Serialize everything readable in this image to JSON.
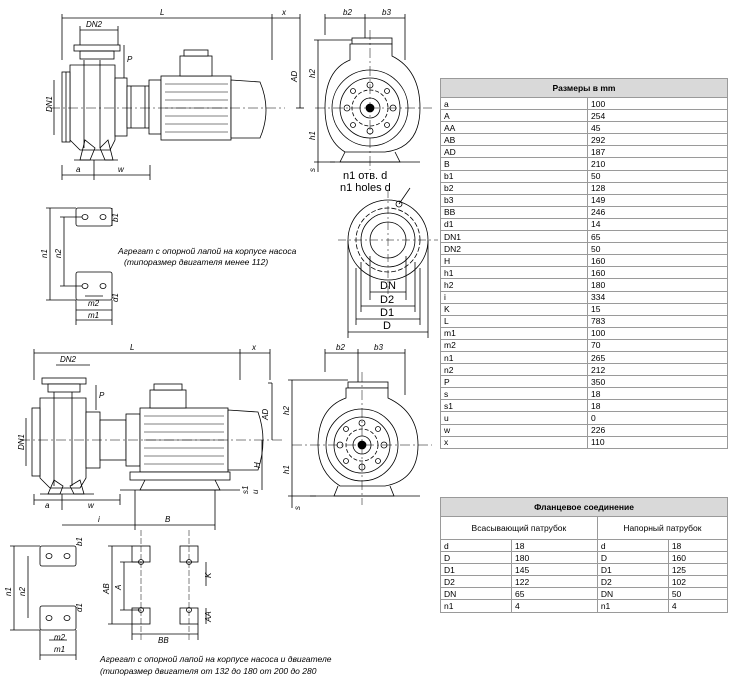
{
  "sizes_table": {
    "title": "Размеры в mm",
    "rows": [
      {
        "key": "a",
        "value": "100"
      },
      {
        "key": "A",
        "value": "254"
      },
      {
        "key": "AA",
        "value": "45"
      },
      {
        "key": "AB",
        "value": "292"
      },
      {
        "key": "AD",
        "value": "187"
      },
      {
        "key": "B",
        "value": "210"
      },
      {
        "key": "b1",
        "value": "50"
      },
      {
        "key": "b2",
        "value": "128"
      },
      {
        "key": "b3",
        "value": "149"
      },
      {
        "key": "BB",
        "value": "246"
      },
      {
        "key": "d1",
        "value": "14"
      },
      {
        "key": "DN1",
        "value": "65"
      },
      {
        "key": "DN2",
        "value": "50"
      },
      {
        "key": "H",
        "value": "160"
      },
      {
        "key": "h1",
        "value": "160"
      },
      {
        "key": "h2",
        "value": "180"
      },
      {
        "key": "i",
        "value": "334"
      },
      {
        "key": "K",
        "value": "15"
      },
      {
        "key": "L",
        "value": "783"
      },
      {
        "key": "m1",
        "value": "100"
      },
      {
        "key": "m2",
        "value": "70"
      },
      {
        "key": "n1",
        "value": "265"
      },
      {
        "key": "n2",
        "value": "212"
      },
      {
        "key": "P",
        "value": "350"
      },
      {
        "key": "s",
        "value": "18"
      },
      {
        "key": "s1",
        "value": "18"
      },
      {
        "key": "u",
        "value": "0"
      },
      {
        "key": "w",
        "value": "226"
      },
      {
        "key": "x",
        "value": "110"
      }
    ]
  },
  "flange_table": {
    "title": "Фланцевое соединение",
    "suction_header": "Всасывающий патрубок",
    "discharge_header": "Напорный патрубок",
    "rows": [
      {
        "k1": "d",
        "v1": "18",
        "k2": "d",
        "v2": "18"
      },
      {
        "k1": "D",
        "v1": "180",
        "k2": "D",
        "v2": "160"
      },
      {
        "k1": "D1",
        "v1": "145",
        "k2": "D1",
        "v2": "125"
      },
      {
        "k1": "D2",
        "v1": "122",
        "k2": "D2",
        "v2": "102"
      },
      {
        "k1": "DN",
        "v1": "65",
        "k2": "DN",
        "v2": "50"
      },
      {
        "k1": "n1",
        "v1": "4",
        "k2": "n1",
        "v2": "4"
      }
    ]
  },
  "captions": {
    "top_line1": "Агрегат с опорной лапой на корпусе насоса",
    "top_line2": "(типоразмер двигателя менее 112)",
    "bottom_line1": "Агрегат с опорной лапой на корпусе насоса и двигателе",
    "bottom_line2": "(типоразмер двигателя от 132 до 180 от 200 до 280"
  },
  "flange_drawing_labels": {
    "holes_ru": "n1 отв. d",
    "holes_en": "n1 holes d",
    "dn": "DN",
    "d2": "D2",
    "d1": "D1",
    "d": "D"
  },
  "dimension_labels": {
    "L": "L",
    "x": "x",
    "DN2": "DN2",
    "DN1": "DN1",
    "P": "P",
    "AD": "AD",
    "a": "a",
    "w": "w",
    "b2": "b2",
    "b3": "b3",
    "h2": "h2",
    "h1": "h1",
    "s": "s",
    "b1": "b1",
    "n1": "n1",
    "n2": "n2",
    "d1": "d1",
    "m1": "m1",
    "m2": "m2",
    "H": "H",
    "s1": "s1",
    "u": "u",
    "i": "i",
    "B": "B",
    "AB": "AB",
    "A": "A",
    "K": "K",
    "AA": "AA",
    "BB": "BB"
  }
}
